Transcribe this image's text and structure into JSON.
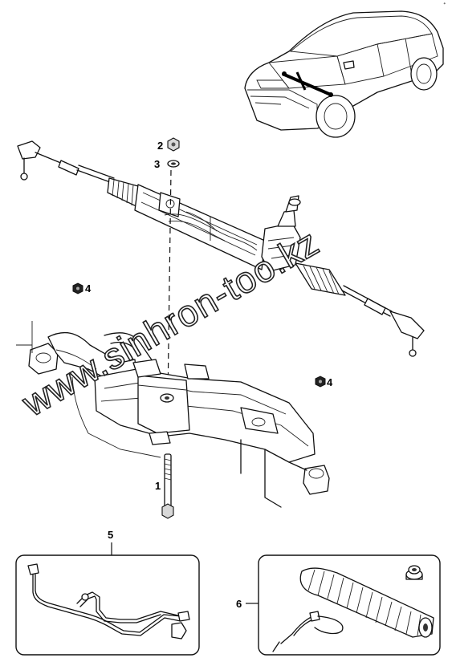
{
  "callouts": {
    "bolt": "1",
    "nut": "2",
    "washer": "3",
    "nut_left": "4",
    "nut_right": "4",
    "pipe_kit": "5",
    "boot_kit": "6"
  },
  "watermark": "www.sinhron-too.kz",
  "corner_mark": "ᐩ"
}
